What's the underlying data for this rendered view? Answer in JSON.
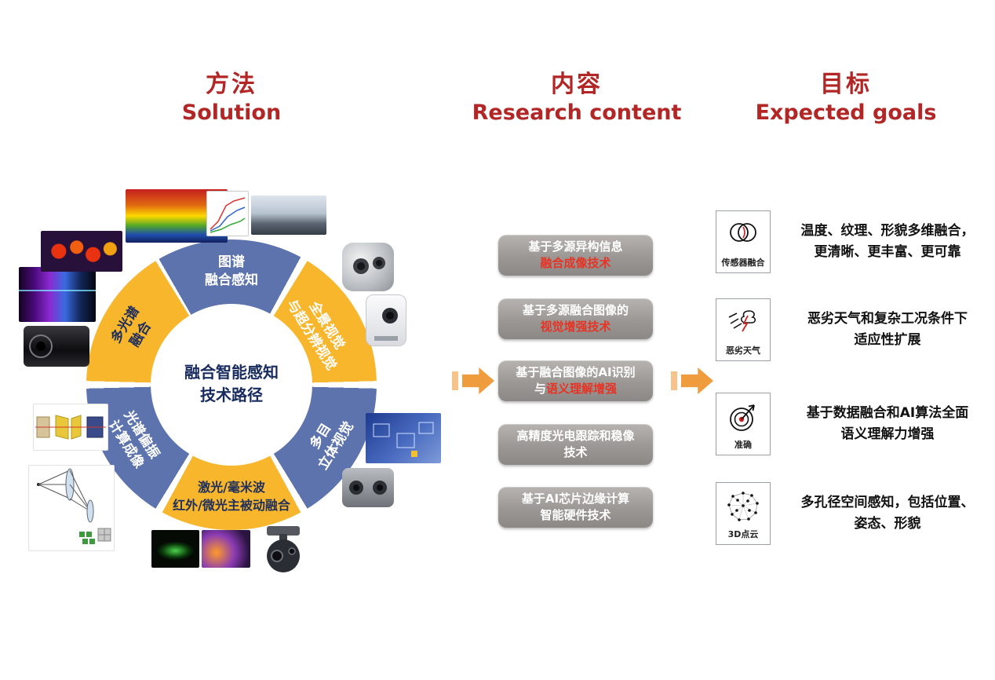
{
  "headers": {
    "solution": {
      "zh": "方法",
      "en": "Solution"
    },
    "content": {
      "zh": "内容",
      "en": "Research content"
    },
    "goals": {
      "zh": "目标",
      "en": "Expected goals"
    }
  },
  "solution": {
    "center": {
      "line1": "融合智能感知",
      "line2": "技术路径"
    },
    "segments": [
      {
        "position": "top",
        "line1": "图谱",
        "line2": "融合感知"
      },
      {
        "position": "upper-right",
        "line1": "全景视觉",
        "line2": "与超分辨视觉"
      },
      {
        "position": "lower-right",
        "line1": "多目",
        "line2": "立体视觉"
      },
      {
        "position": "bottom",
        "line1": "激光/毫米波",
        "line2": "红外/微光主被动融合"
      },
      {
        "position": "lower-left",
        "line1": "光谱偏振",
        "line2": "计算成像"
      },
      {
        "position": "upper-left",
        "line1": "多光谱",
        "line2": "融合"
      }
    ],
    "ring_colors": {
      "blue": "#5d73ae",
      "yellow": "#f8b62d"
    },
    "figure_images": [
      "thermal-fruit-cube",
      "spectral-curves-chart",
      "panorama-photo",
      "multi-lens-camera",
      "white-camera-device",
      "stereo-blocks-scene",
      "stereo-camera",
      "gimbal-camera",
      "night-vision-frame",
      "thermal-scene-frame",
      "optical-path-diagram",
      "lens-assembly-diagram",
      "black-lens-module",
      "spectral-waterfall-image",
      "thermal-strawberries-image"
    ]
  },
  "content_boxes": [
    {
      "line1": "基于多源异构信息",
      "line2_white": "",
      "line2_red": "融合成像技术"
    },
    {
      "line1": "基于多源融合图像的",
      "line2_white": "",
      "line2_red": "视觉增强技术"
    },
    {
      "line1": "基于融合图像的AI识别",
      "line2_white": "与",
      "line2_red": "语义理解增强"
    },
    {
      "line1": "高精度光电跟踪和稳像",
      "line2_white": "技术",
      "line2_red": ""
    },
    {
      "line1": "基于AI芯片边缘计算",
      "line2_white": "智能硬件技术",
      "line2_red": ""
    }
  ],
  "goals": [
    {
      "icon": "sensor-fusion-icon",
      "label": "传感器融合",
      "desc1": "温度、纹理、形貌多维融合，",
      "desc2": "更清晰、更丰富、更可靠"
    },
    {
      "icon": "bad-weather-icon",
      "label": "恶劣天气",
      "desc1": "恶劣天气和复杂工况条件下",
      "desc2": "适应性扩展"
    },
    {
      "icon": "accuracy-target-icon",
      "label": "准确",
      "desc1": "基于数据融合和AI算法全面",
      "desc2": "语义理解力增强"
    },
    {
      "icon": "point-cloud-icon",
      "label": "3D点云",
      "desc1": "多孔径空间感知，包括位置、",
      "desc2": "姿态、形貌"
    }
  ],
  "accent_colors": {
    "header_red": "#b32626",
    "box_highlight_red": "#e83324",
    "arrow_orange": "#ef9c3e",
    "center_text_navy": "#182b5e"
  }
}
